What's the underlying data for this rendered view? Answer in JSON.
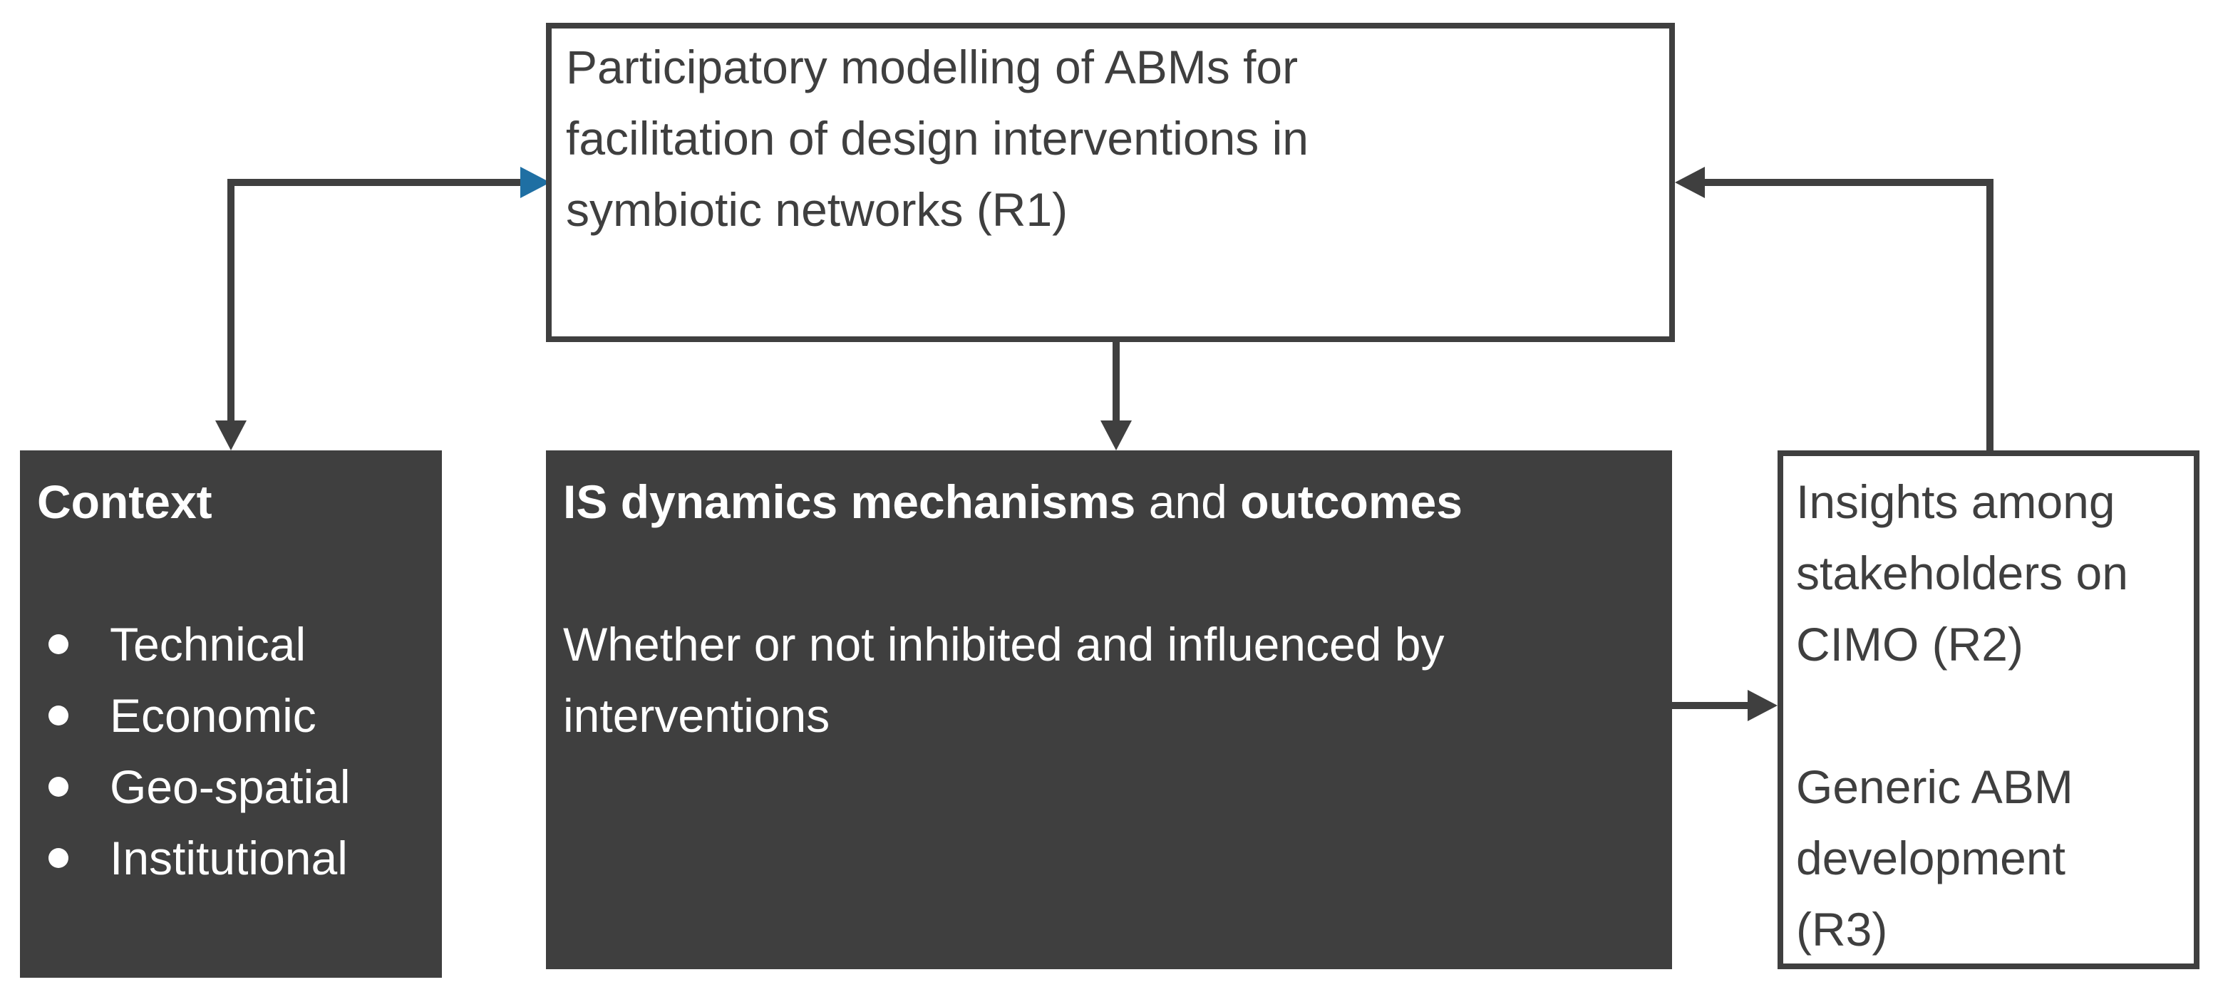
{
  "colors": {
    "box_dark": "#3f3f3f",
    "box_text_dark": "#3f3f3f",
    "box_text_light": "#ffffff",
    "arrow": "#3f3f3f",
    "arrow_accent": "#1f6fa3"
  },
  "nodes": {
    "participatory": {
      "lines": [
        "Participatory modelling of ABMs for",
        "facilitation of design interventions in",
        "symbiotic networks (R1)"
      ]
    },
    "context": {
      "title": "Context",
      "items": [
        "Technical",
        "Economic",
        "Geo-spatial",
        "Institutional"
      ]
    },
    "is_dynamics": {
      "title_bold_1": "IS dynamics mechanisms",
      "title_plain": " and ",
      "title_bold_2": "outcomes",
      "lines": [
        "Whether or not inhibited and influenced by",
        "interventions"
      ]
    },
    "insights": {
      "lines": [
        "Insights among",
        "stakeholders on",
        "CIMO (R2)",
        "",
        "Generic ABM",
        "development",
        "(R3)"
      ]
    }
  },
  "edges": [
    {
      "from": "context",
      "to": "participatory",
      "style": "bidirectional"
    },
    {
      "from": "participatory",
      "to": "is_dynamics",
      "style": "directed"
    },
    {
      "from": "is_dynamics",
      "to": "insights",
      "style": "directed"
    },
    {
      "from": "insights",
      "to": "participatory",
      "style": "directed"
    }
  ]
}
